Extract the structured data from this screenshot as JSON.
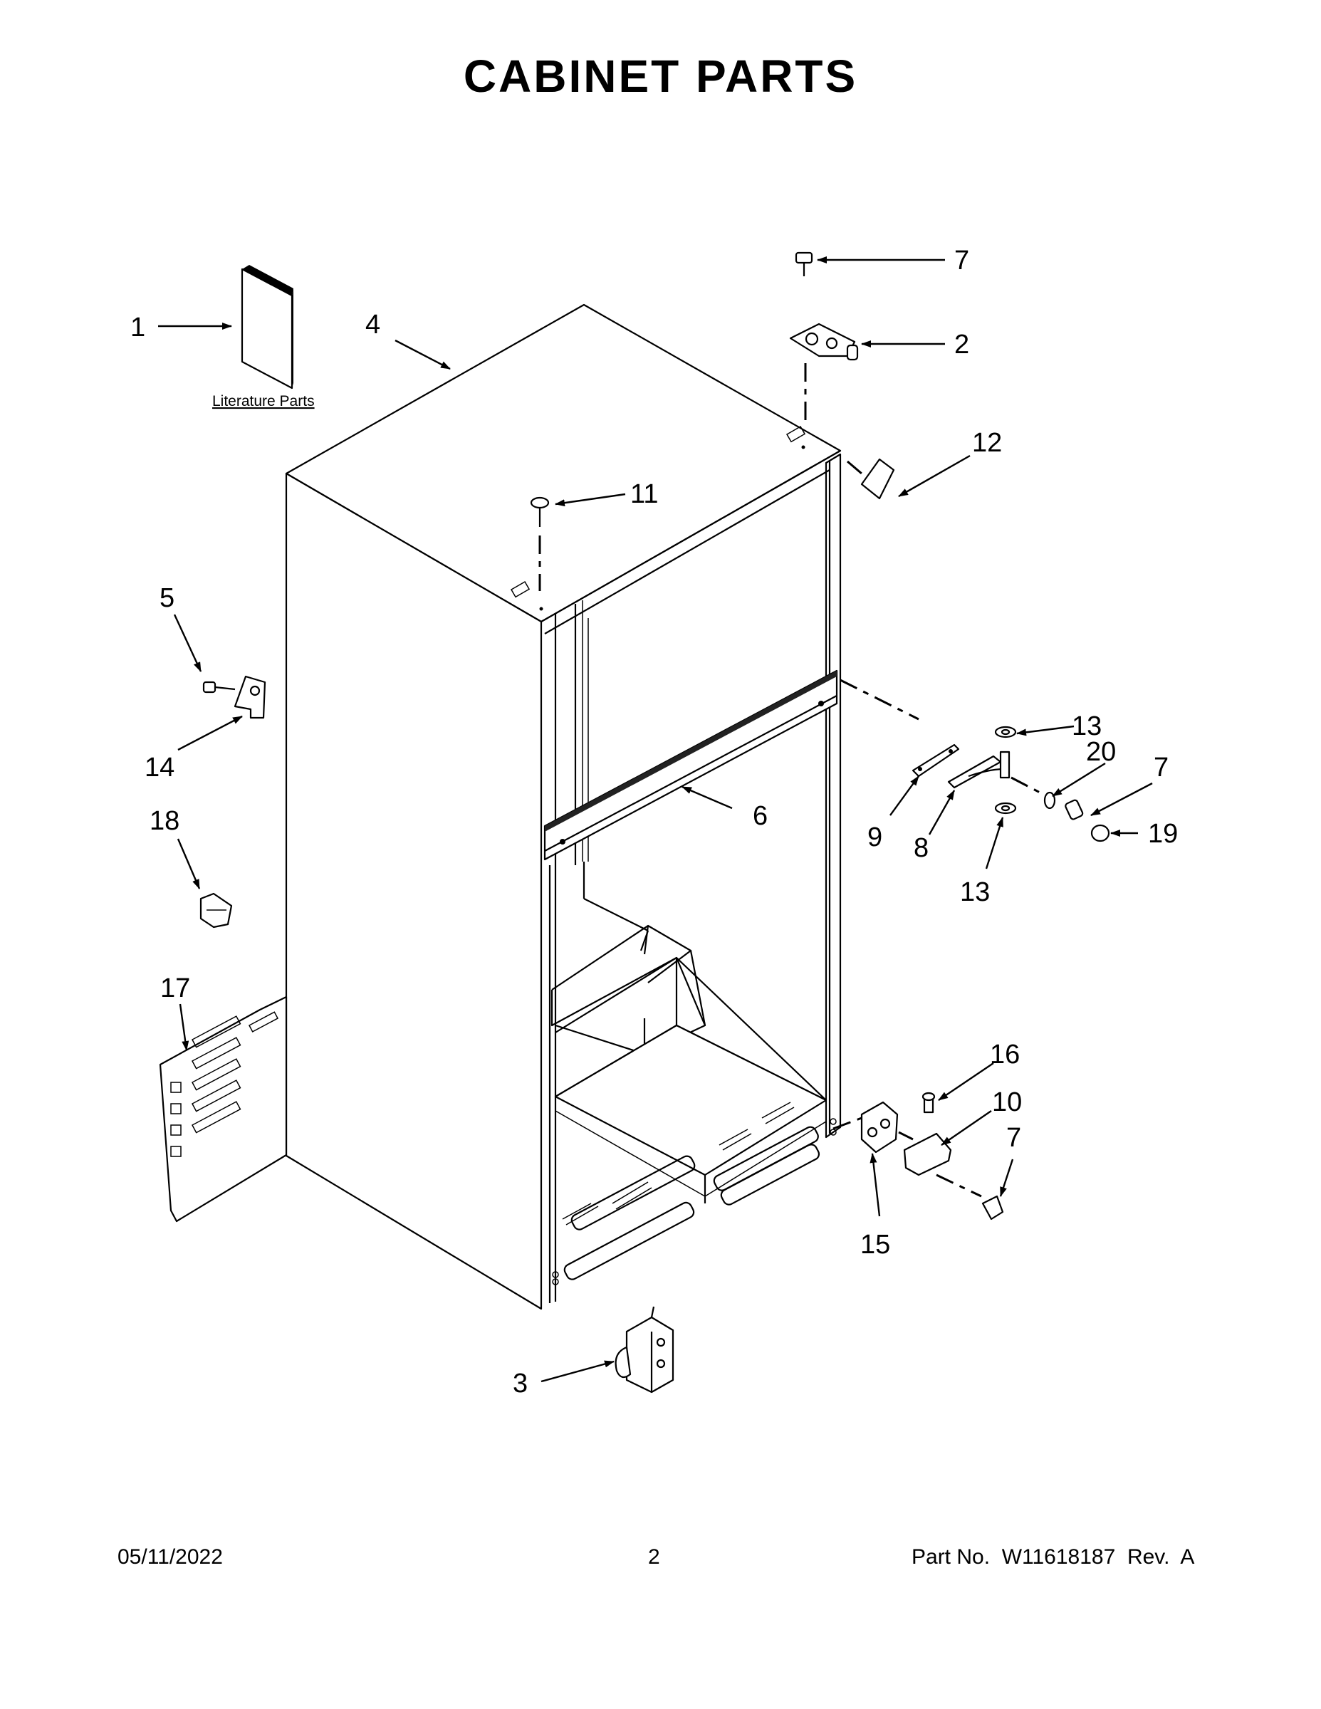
{
  "title": "CABINET PARTS",
  "literature_label": "Literature Parts",
  "footer": {
    "date": "05/11/2022",
    "page_number": "2",
    "part_number": "Part No.  W11618187  Rev.  A"
  },
  "callouts": [
    "1",
    "2",
    "3",
    "4",
    "5",
    "6",
    "7",
    "7",
    "7",
    "7",
    "8",
    "9",
    "10",
    "11",
    "12",
    "13",
    "13",
    "14",
    "15",
    "16",
    "17",
    "18",
    "19",
    "20"
  ]
}
